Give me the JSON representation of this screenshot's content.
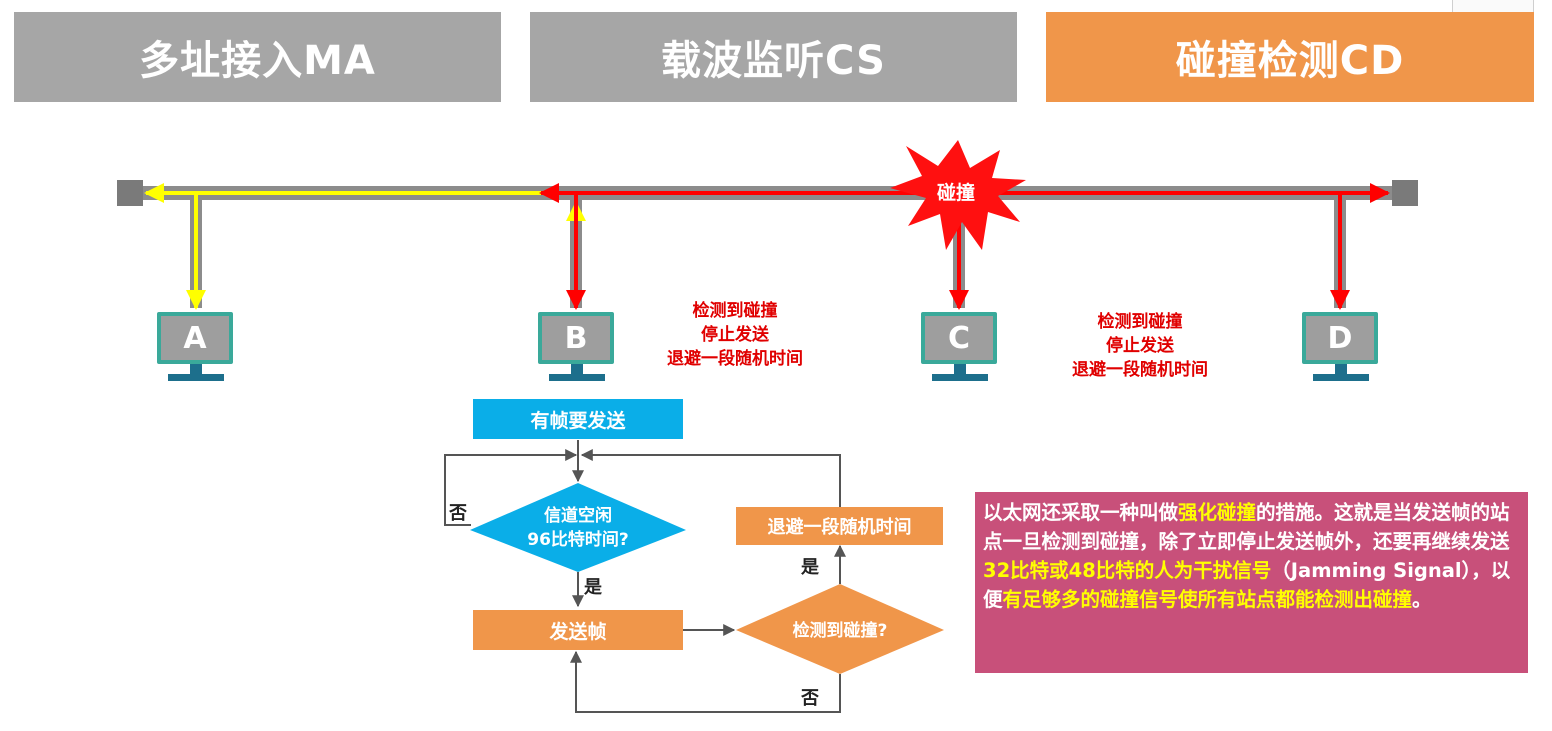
{
  "headers": {
    "ma": "多址接入MA",
    "cs": "载波监听CS",
    "cd": "碰撞检测CD"
  },
  "colors": {
    "header_gray": "#a6a6a6",
    "header_orange": "#f0964a",
    "bus": "#8c8c8c",
    "signal_yellow": "#ffff00",
    "signal_red": "#ff0000",
    "flow_blue": "#0aaee8",
    "flow_orange": "#f0964a",
    "info_box": "#c8507a",
    "highlight": "#ffff00"
  },
  "stations": [
    "A",
    "B",
    "C",
    "D"
  ],
  "collision_label": "碰撞",
  "notes": {
    "b": [
      "检测到碰撞",
      "停止发送",
      "退避一段随机时间"
    ],
    "c": [
      "检测到碰撞",
      "停止发送",
      "退避一段随机时间"
    ]
  },
  "flowchart": {
    "start": "有帧要发送",
    "idle_check": [
      "信道空闲",
      "96比特时间?"
    ],
    "send": "发送帧",
    "detect_collision": "检测到碰撞?",
    "backoff": "退避一段随机时间",
    "yes": "是",
    "no": "否"
  },
  "info": {
    "p1": "以太网还采取一种叫做",
    "h1": "强化碰撞",
    "p2": "的措施。这就是当发送帧的站点一旦检测到碰撞，除了立即停止发送帧外，还要再继续发送",
    "h2": "32比特或48比特的人为干扰信号",
    "p3": "（Jamming Signal），以便",
    "h3": "有足够多的碰撞信号使所有站点都能检测出碰撞",
    "p4": "。"
  }
}
